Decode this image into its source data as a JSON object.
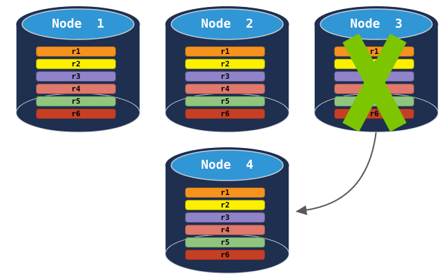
{
  "nodes": [
    {
      "id": "node-1",
      "label": "Node  1",
      "failed": false,
      "records": [
        {
          "label": "r1",
          "color": "#F6921E"
        },
        {
          "label": "r2",
          "color": "#FCF000"
        },
        {
          "label": "r3",
          "color": "#9083C8"
        },
        {
          "label": "r4",
          "color": "#E0796B"
        },
        {
          "label": "r5",
          "color": "#8FC57E"
        },
        {
          "label": "r6",
          "color": "#C63F24"
        }
      ]
    },
    {
      "id": "node-2",
      "label": "Node  2",
      "failed": false,
      "records": [
        {
          "label": "r1",
          "color": "#F6921E"
        },
        {
          "label": "r2",
          "color": "#FCF000"
        },
        {
          "label": "r3",
          "color": "#9083C8"
        },
        {
          "label": "r4",
          "color": "#E0796B"
        },
        {
          "label": "r5",
          "color": "#8FC57E"
        },
        {
          "label": "r6",
          "color": "#C63F24"
        }
      ]
    },
    {
      "id": "node-3",
      "label": "Node  3",
      "failed": true,
      "records": [
        {
          "label": "r1",
          "color": "#F6921E"
        },
        {
          "label": "r2",
          "color": "#FCF000"
        },
        {
          "label": "r3",
          "color": "#9083C8"
        },
        {
          "label": "r4",
          "color": "#E0796B"
        },
        {
          "label": "r5",
          "color": "#8FC57E"
        },
        {
          "label": "r6",
          "color": "#C63F24"
        }
      ]
    },
    {
      "id": "node-4",
      "label": "Node  4",
      "failed": false,
      "records": [
        {
          "label": "r1",
          "color": "#F6921E"
        },
        {
          "label": "r2",
          "color": "#FCF000"
        },
        {
          "label": "r3",
          "color": "#9083C8"
        },
        {
          "label": "r4",
          "color": "#E0796B"
        },
        {
          "label": "r5",
          "color": "#8FC57E"
        },
        {
          "label": "r6",
          "color": "#C63F24"
        }
      ]
    }
  ],
  "arrow": {
    "from": "Node 3",
    "to": "Node 4"
  },
  "colors": {
    "cylinder_body": "#1E2F4F",
    "cylinder_top": "#3096D5",
    "cylinder_outline": "#C6CDD6",
    "cross_green": "#7CC500",
    "arrow_gray": "#595959",
    "record_text": "#000000",
    "title_text": "#FFFFFF"
  }
}
